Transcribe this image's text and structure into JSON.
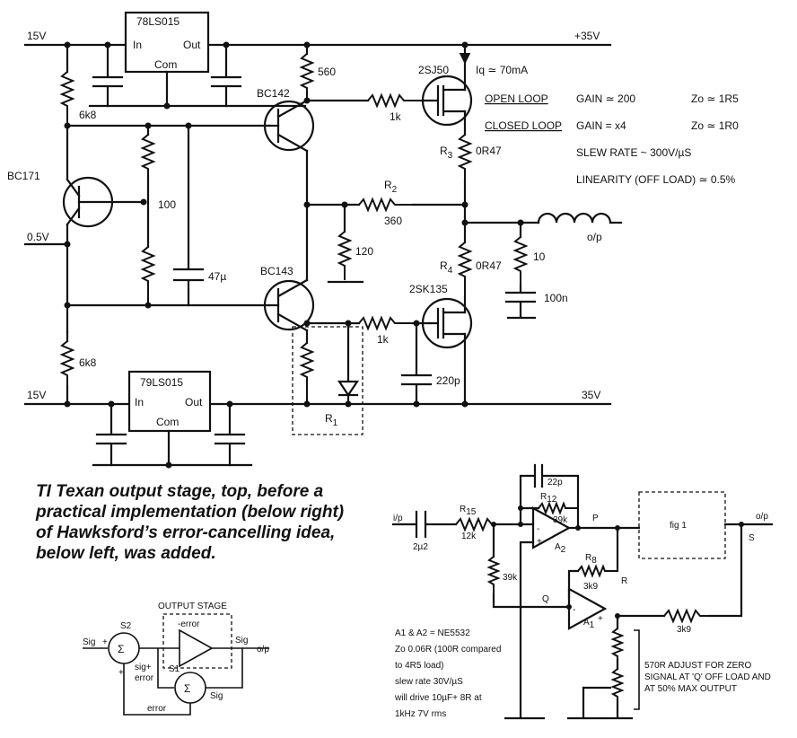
{
  "top_circuit": {
    "rail_pos_in": "15V",
    "rail_pos_out": "+35V",
    "rail_neg_in": "15V",
    "rail_neg_out": "35V",
    "bias_in": "0.5V",
    "reg_top": {
      "name": "78LS015",
      "in": "In",
      "out": "Out",
      "com": "Com"
    },
    "reg_bot": {
      "name": "79LS015",
      "in": "In",
      "out": "Out",
      "com": "Com"
    },
    "r_6k8_top": "6k8",
    "r_6k8_bot": "6k8",
    "q_bc171": "BC171",
    "q_bc142": "BC142",
    "q_bc143": "BC143",
    "q_2sj50": "2SJ50",
    "q_2sk135": "2SK135",
    "r_560": "560",
    "r_1k_top": "1k",
    "r_1k_bot": "1k",
    "pot_100": "100",
    "c_47u": "47µ",
    "r_120": "120",
    "r2_name": "R",
    "r2_sub": "2",
    "r2_value": "360",
    "r3_name": "R",
    "r3_sub": "3",
    "r3_value": "0R47",
    "r4_name": "R",
    "r4_sub": "4",
    "r4_value": "0R47",
    "r1_name": "R",
    "r1_sub": "1",
    "iq": "Iq ≃ 70mA",
    "r_10": "10",
    "c_100n": "100n",
    "c_220p": "220p",
    "out_label": "o/p"
  },
  "specs": {
    "open_loop": "OPEN LOOP",
    "closed_loop": "CLOSED LOOP",
    "gain_open": "GAIN  ≃  200",
    "zo_open": "Zo  ≃  1R5",
    "gain_closed": "GAIN  =  x4",
    "zo_closed": "Zo  ≃  1R0",
    "slew": "SLEW RATE  ~  300V/µS",
    "linearity": "LINEARITY  (OFF LOAD) ≃ 0.5%"
  },
  "caption": [
    "TI Texan output stage, top, before a",
    "practical implementation (below right)",
    "of Hawksford’s error-cancelling idea,",
    "below left, was added."
  ],
  "block_diagram": {
    "title": "OUTPUT STAGE",
    "s2": "S2",
    "s1": "S1",
    "sigma": "Σ",
    "sig_in": "Sig",
    "sig_out": "Sig",
    "out": "o/p",
    "minus_error": "-error",
    "sig_error_1": "sig+",
    "sig_error_2": "error",
    "sig_s1": "Sig",
    "error": "error",
    "plus": "+",
    "minus": "-"
  },
  "bottom_right": {
    "in_label": "i/p",
    "c_2u2": "2µ2",
    "r15_name": "R",
    "r15_sub": "15",
    "r15_value": "12k",
    "c_22p": "22p",
    "r12_name": "R",
    "r12_sub": "12",
    "r12_value": "39k",
    "a2": "A",
    "a2_sub": "2",
    "a1": "A",
    "a1_sub": "1",
    "p": "P",
    "q": "Q",
    "r": "R",
    "s": "S",
    "fig1": "fig 1",
    "out_label": "o/p",
    "r_39k": "39k",
    "r8_name": "R",
    "r8_sub": "8",
    "r8_value": "3k9",
    "r_3k9": "3k9",
    "adjust": [
      "570R  ADJUST FOR ZERO",
      "SIGNAL AT 'Q' OFF LOAD AND",
      "AT 50% MAX OUTPUT"
    ],
    "notes": [
      "A1 & A2  = NE5532",
      "Zo  0.06R  (100R compared",
      "to 4R5 load)",
      "slew rate  30V/µS",
      "will drive 10µF+ 8R at",
      "1kHz  7V rms"
    ]
  }
}
